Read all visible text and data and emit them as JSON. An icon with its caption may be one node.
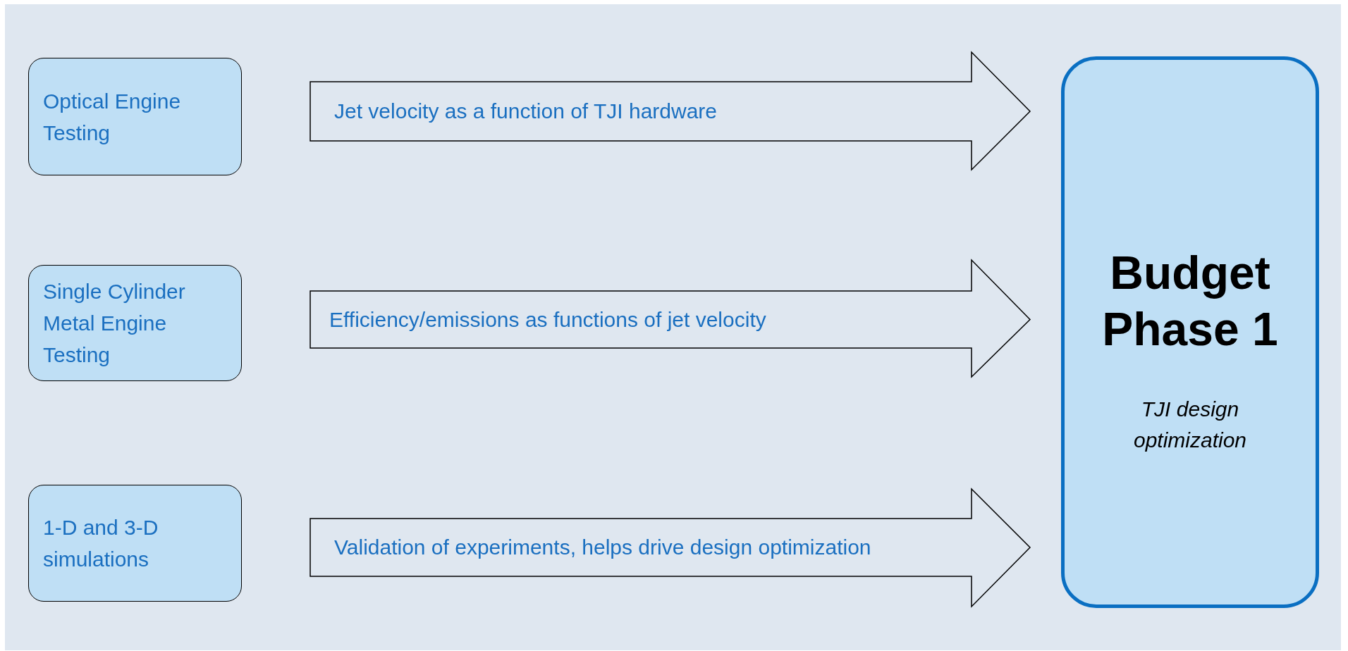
{
  "diagram": {
    "nodes": [
      {
        "text": [
          "Optical Engine Testing"
        ]
      },
      {
        "text": [
          "Single Cylinder Metal Engine Testing"
        ]
      },
      {
        "text": [
          "1-D and 3-D simulations"
        ]
      },
      {
        "text": [
          "Budget Phase 1",
          "TJI design optimization"
        ]
      }
    ],
    "edges": [
      {
        "from": 0,
        "to": 3,
        "arrow": "to",
        "label": "Jet velocity as a function of TJI hardware"
      },
      {
        "from": 1,
        "to": 3,
        "arrow": "to",
        "label": "Efficiency/emissions as functions of jet velocity"
      },
      {
        "from": 2,
        "to": 3,
        "arrow": "to",
        "label": "Validation of experiments, helps drive design optimization"
      }
    ]
  }
}
